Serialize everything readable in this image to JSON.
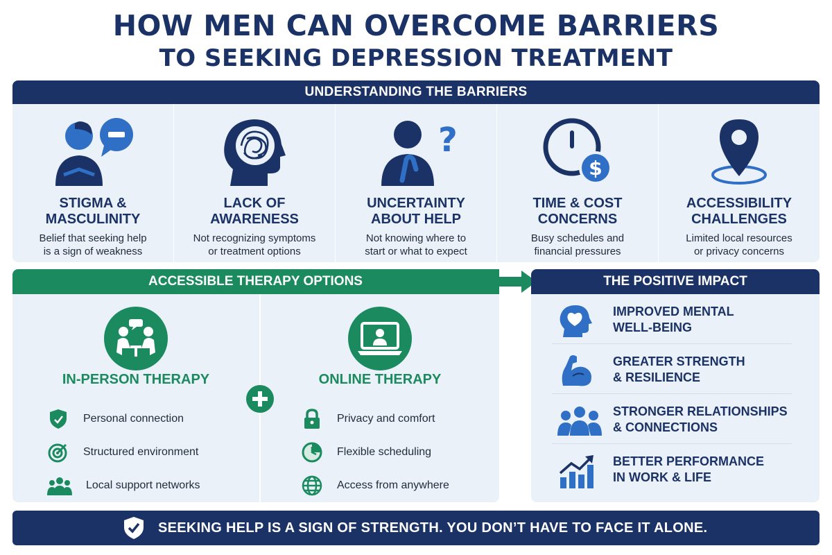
{
  "title": {
    "line1": "HOW MEN CAN OVERCOME BARRIERS",
    "line2": "TO SEEKING DEPRESSION TREATMENT"
  },
  "barriers": {
    "header": "UNDERSTANDING THE BARRIERS",
    "items": [
      {
        "title1": "STIGMA &",
        "title2": "MASCULINITY",
        "desc1": "Belief that seeking help",
        "desc2": "is a sign of weakness",
        "icon": "stigma-icon"
      },
      {
        "title1": "LACK OF",
        "title2": "AWARENESS",
        "desc1": "Not recognizing symptoms",
        "desc2": "or treatment options",
        "icon": "head-thoughts-icon"
      },
      {
        "title1": "UNCERTAINTY",
        "title2": "ABOUT HELP",
        "desc1": "Not knowing where to",
        "desc2": "start or what to expect",
        "icon": "question-person-icon"
      },
      {
        "title1": "TIME & COST",
        "title2": "CONCERNS",
        "desc1": "Busy schedules and",
        "desc2": "financial pressures",
        "icon": "clock-dollar-icon"
      },
      {
        "title1": "ACCESSIBILITY",
        "title2": "CHALLENGES",
        "desc1": "Limited local resources",
        "desc2": "or privacy concerns",
        "icon": "location-pin-icon"
      }
    ]
  },
  "therapy": {
    "header": "ACCESSIBLE THERAPY OPTIONS",
    "in_person": {
      "title": "IN-PERSON THERAPY",
      "items": [
        "Personal connection",
        "Structured environment",
        "Local support networks"
      ]
    },
    "online": {
      "title": "ONLINE THERAPY",
      "items": [
        "Privacy and comfort",
        "Flexible scheduling",
        "Access from anywhere"
      ]
    }
  },
  "impact": {
    "header": "THE POSITIVE IMPACT",
    "items": [
      {
        "line1": "IMPROVED MENTAL",
        "line2": "WELL-BEING",
        "icon": "heart-head-icon"
      },
      {
        "line1": "GREATER STRENGTH",
        "line2": "& RESILIENCE",
        "icon": "flexed-arm-icon"
      },
      {
        "line1": "STRONGER RELATIONSHIPS",
        "line2": "& CONNECTIONS",
        "icon": "group-icon"
      },
      {
        "line1": "BETTER PERFORMANCE",
        "line2": "IN WORK & LIFE",
        "icon": "growth-chart-icon"
      }
    ]
  },
  "footer": {
    "text": "SEEKING HELP IS A SIGN OF STRENGTH. YOU DON’T HAVE TO FACE IT ALONE."
  },
  "colors": {
    "navy": "#1b3266",
    "blue": "#2f6fc6",
    "green": "#1b8a5f",
    "panel": "#eaf1f8"
  }
}
